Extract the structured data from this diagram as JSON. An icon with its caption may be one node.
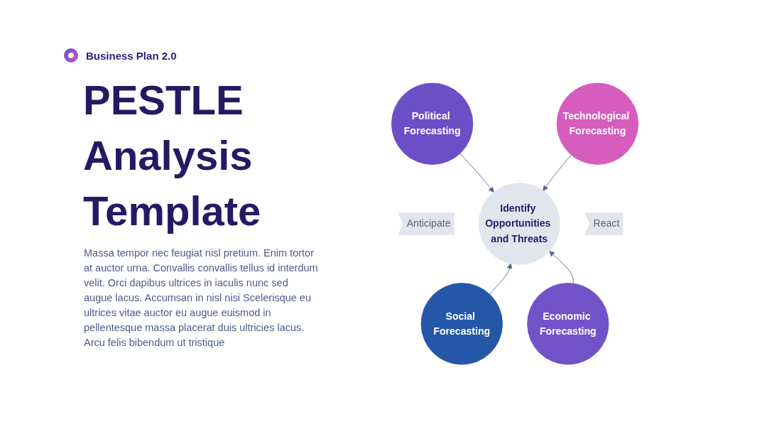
{
  "diagram": {
    "title": "PESTLE Analysis Template",
    "nodes": [
      {
        "text": [
          "Political Forecasting"
        ]
      },
      {
        "text": [
          "Technological Forecasting"
        ]
      },
      {
        "text": [
          "Anticipate"
        ]
      },
      {
        "text": [
          "Identify Opportunities and Threats"
        ]
      },
      {
        "text": [
          "React"
        ]
      },
      {
        "text": [
          "Social Forecasting"
        ]
      },
      {
        "text": [
          "Economic Forecasting"
        ]
      }
    ],
    "edges": [
      {
        "from": 0,
        "to": 3,
        "arrow": "to"
      },
      {
        "from": 1,
        "to": 3,
        "arrow": "to"
      },
      {
        "from": 5,
        "to": 3,
        "arrow": "to"
      },
      {
        "from": 6,
        "to": 3,
        "arrow": "to"
      }
    ],
    "labels": [
      "Business Plan 2.0",
      "Massa tempor nec feugiat nisl pretium. Enim tortor at auctor urna. Convallis convallis tellus id interdum velit. Orci dapibus ultrices in iaculis nunc sed augue lacus. Accumsan in nisl nisi Scelerisque eu ultrices vitae auctor eu augue euismod in pellentesque massa placerat duis ultricies lacus. Arcu felis bibendum ut tristique"
    ]
  }
}
